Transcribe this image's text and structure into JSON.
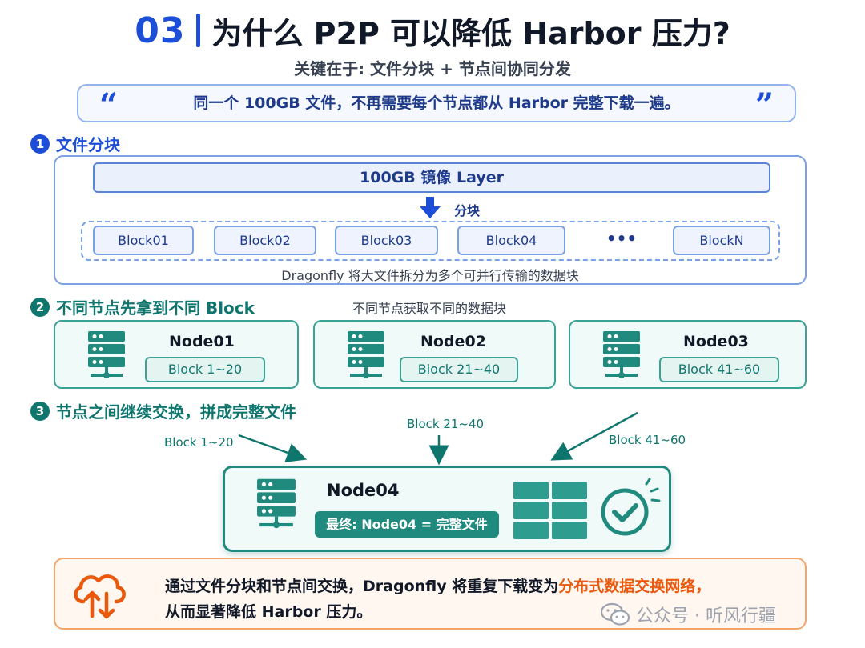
{
  "header": {
    "number": "03",
    "title": "为什么 P2P 可以降低 Harbor 压力?",
    "subtitle": "关键在于: 文件分块 + 节点间协同分发"
  },
  "quote": {
    "open": "“",
    "text": "同一个 100GB 文件，不再需要每个节点都从 Harbor 完整下载一遍。",
    "close": "”"
  },
  "section1": {
    "number": "1",
    "title": "文件分块",
    "layer_label": "100GB 镜像 Layer",
    "split_label": "分块",
    "blocks": [
      "Block01",
      "Block02",
      "Block03",
      "Block04",
      "BlockN"
    ],
    "ellipsis": "•••",
    "caption": "Dragonfly 将大文件拆分为多个可并行传输的数据块"
  },
  "section2": {
    "number": "2",
    "title": "不同节点先拿到不同 Block",
    "note": "不同节点获取不同的数据块",
    "nodes": [
      {
        "name": "Node01",
        "range": "Block 1~20"
      },
      {
        "name": "Node02",
        "range": "Block 21~40"
      },
      {
        "name": "Node03",
        "range": "Block 41~60"
      }
    ]
  },
  "section3": {
    "number": "3",
    "title": "节点之间继续交换，拼成完整文件",
    "flows": [
      "Block 1~20",
      "Block 21~40",
      "Block 41~60"
    ],
    "target_name": "Node04",
    "final_label": "最终: Node04 = 完整文件"
  },
  "conclusion": {
    "line1_prefix": "通过文件分块和节点间交换，Dragonfly 将重复下载变为",
    "line1_highlight": "分布式数据交换网络，",
    "line2": "从而显著降低  Harbor 压力。"
  },
  "watermark": {
    "text": "公众号 · 听风行疆"
  },
  "colors": {
    "blue": "#1d4ed8",
    "teal": "#0f766e",
    "orange": "#ea580c"
  },
  "icons": [
    "quote-icon",
    "down-arrow-icon",
    "server-icon",
    "arrow-icon",
    "grid-icon",
    "check-circle-icon",
    "cloud-sync-icon",
    "wechat-icon"
  ]
}
